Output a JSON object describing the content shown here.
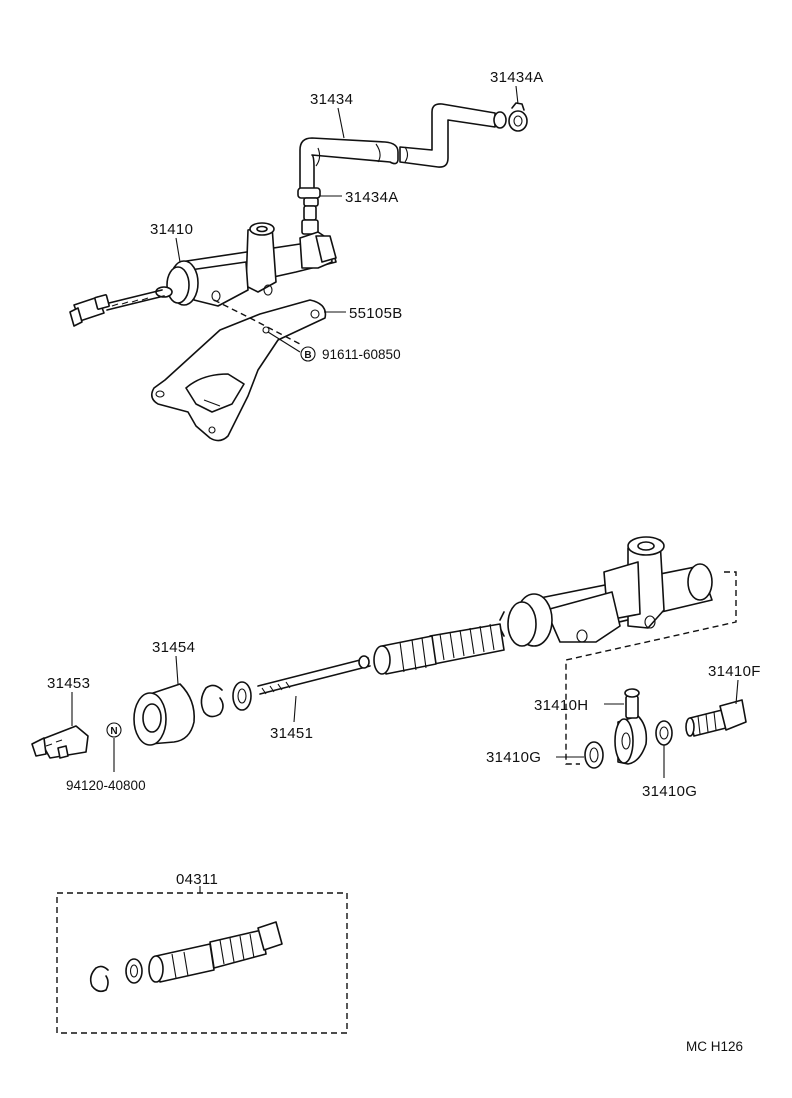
{
  "labels": {
    "hose_31434": "31434",
    "clip_top": "31434A",
    "clip_mid": "31434A",
    "master_cyl_assy": "31410",
    "bracket": "55105B",
    "bolt_b": "91611-60850",
    "boot": "31454",
    "clevis": "31453",
    "nut_n": "94120-40800",
    "push_rod": "31451",
    "union_bolt": "31410F",
    "union": "31410H",
    "gasket_left": "31410G",
    "gasket_right": "31410G",
    "repair_kit": "04311"
  },
  "symbols": {
    "bolt_marker": "B",
    "nut_marker": "N"
  },
  "footer": {
    "code": "MC  H126"
  }
}
